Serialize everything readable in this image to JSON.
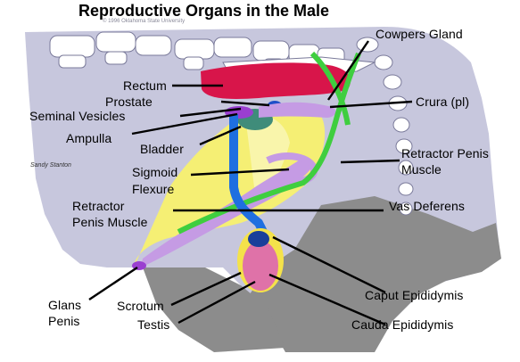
{
  "title": "Reproductive Organs in the Male",
  "copyright": "© 1996 Oklahoma State University",
  "labels": {
    "cowpers_gland": "Cowpers Gland",
    "rectum": "Rectum",
    "prostate": "Prostate",
    "seminal_vesicles": "Seminal Vesicles",
    "crura": "Crura (pl)",
    "ampulla": "Ampulla",
    "bladder": "Bladder",
    "retractor_penis_muscle_right_1": "Retractor Penis",
    "retractor_penis_muscle_right_2": "Muscle",
    "sigmoid_flexure_1": "Sigmoid",
    "sigmoid_flexure_2": "Flexure",
    "retractor_penis_muscle_left_1": "Retractor",
    "retractor_penis_muscle_left_2": "Penis Muscle",
    "vas_deferens": "Vas Deferens",
    "caput_epididymis": "Caput Epididymis",
    "glans_penis_1": "Glans",
    "glans_penis_2": "Penis",
    "scrotum": "Scrotum",
    "cauda_epididymis": "Cauda Epididymis",
    "testis": "Testis"
  },
  "colors": {
    "body_fill": "#c7c7dd",
    "lower_body": "#8c8c8c",
    "vertebra": "#ffffff",
    "rectum": "#d8154a",
    "bladder": "#3f8c7a",
    "urethra": "#1f6fe0",
    "yellow_region": "#f5ef74",
    "penis": "#c59be4",
    "green_muscle": "#3fce3f",
    "scrotum": "#f4e24a",
    "testis": "#df72a8",
    "epididymis": "#1a3f9a"
  },
  "signature": "Sandy Stanton"
}
